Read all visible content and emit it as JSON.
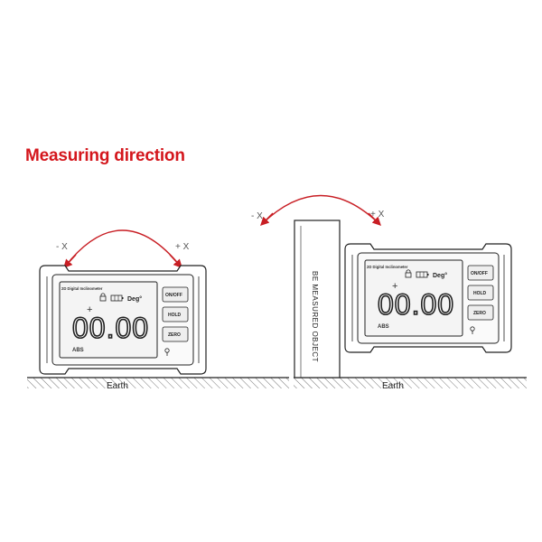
{
  "title": "Measuring direction",
  "accent_color": "#d4161c",
  "arrow_color": "#c81e24",
  "ground_label": "Earth",
  "object_label": "BE MEASURED OBJECT",
  "direction_minus": "- X",
  "direction_plus": "+ X",
  "device": {
    "header_text": "2D Digital Inclinometer",
    "reading": "00.00",
    "unit": "Deg°",
    "mode": "ABS",
    "sign": "+",
    "buttons": [
      "ON/OFF",
      "HOLD",
      "ZERO"
    ],
    "icons": [
      "lock-icon",
      "battery-icon",
      "usb-icon"
    ]
  }
}
